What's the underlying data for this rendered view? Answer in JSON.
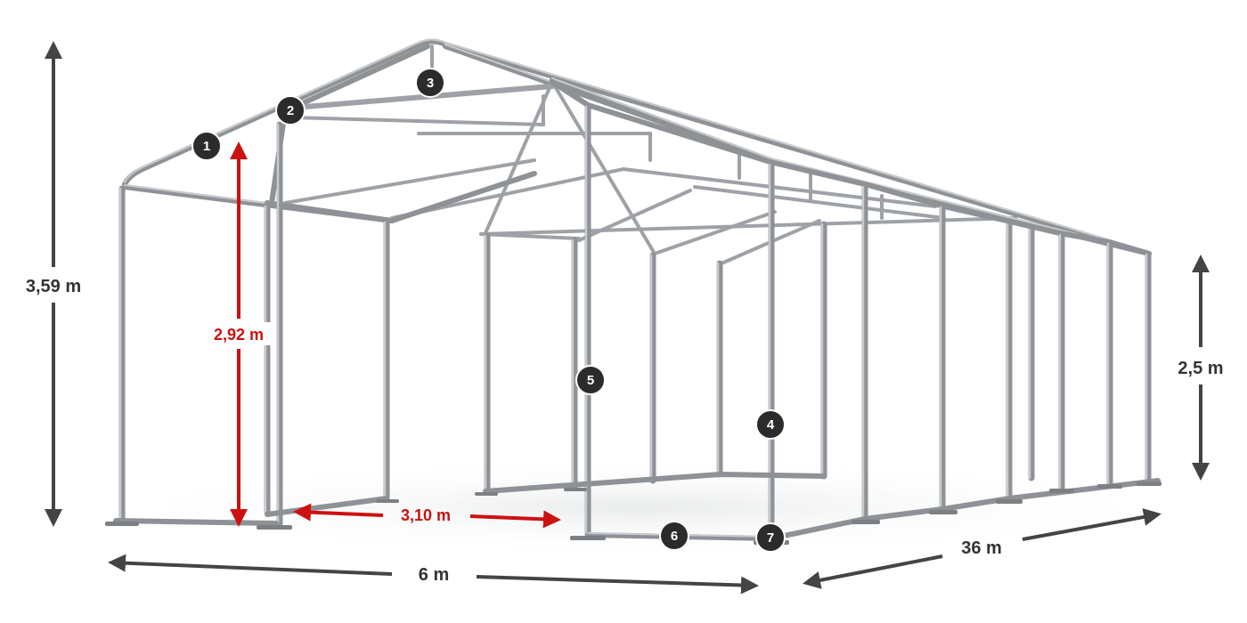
{
  "dimensions": {
    "total_height": "3,59 m",
    "side_height": "2,5 m",
    "inner_height": "2,92 m",
    "bay_width": "3,10 m",
    "width": "6 m",
    "length": "36 m"
  },
  "markers": [
    "1",
    "2",
    "3",
    "4",
    "5",
    "6",
    "7"
  ],
  "colors": {
    "frame": "#8e9296",
    "frame_highlight": "#c8cbce",
    "dimension_arrow": "#444444",
    "highlight_arrow": "#cc1111",
    "marker_fill": "#2b2b2b"
  }
}
